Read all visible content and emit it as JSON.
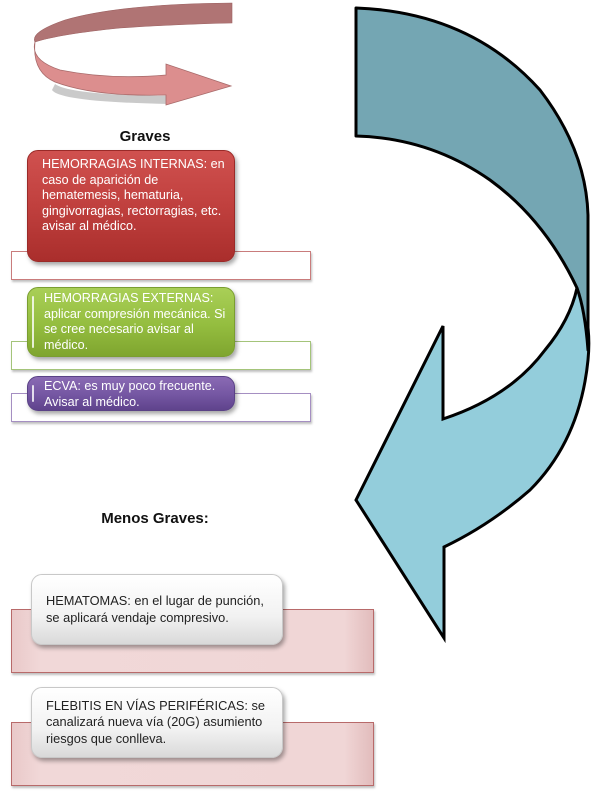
{
  "diagram": {
    "colors": {
      "top_arrow": "#dc8e8e",
      "top_arrow_dark": "#b07474",
      "big_arrow_dark": "#74a6b3",
      "big_arrow_light": "#93cddb",
      "red_card": "#c0403e",
      "green_card": "#94bd3f",
      "purple_card": "#7456a2",
      "grey_card": "#f2f2f2",
      "pink_base": "#f0d6d6"
    },
    "sections": {
      "graves": {
        "heading": "Graves",
        "items": [
          {
            "color": "red",
            "text": "HEMORRAGIAS  INTERNAS: en caso de aparición de hematemesis, hematuria, gingivorragias, rectorragias, etc. avisar al médico."
          },
          {
            "color": "green",
            "text": "HEMORRAGIAS EXTERNAS: aplicar compresión mecánica. Si se cree necesario avisar al médico."
          },
          {
            "color": "purple",
            "text": "ECVA:  es muy poco frecuente. Avisar al médico."
          }
        ]
      },
      "menos_graves": {
        "heading": "Menos Graves:",
        "items": [
          {
            "color": "grey",
            "text": "HEMATOMAS: en el lugar de punción, se aplicará vendaje compresivo."
          },
          {
            "color": "grey",
            "text": "FLEBITIS EN VÍAS PERIFÉRICAS:  se canalizará nueva vía (20G) asumiento riesgos que conlleva."
          }
        ]
      }
    },
    "arrows": [
      {
        "name": "circular-arrow",
        "direction": "clockwise-right"
      },
      {
        "name": "curved-down-arrow",
        "direction": "down-left"
      }
    ]
  }
}
